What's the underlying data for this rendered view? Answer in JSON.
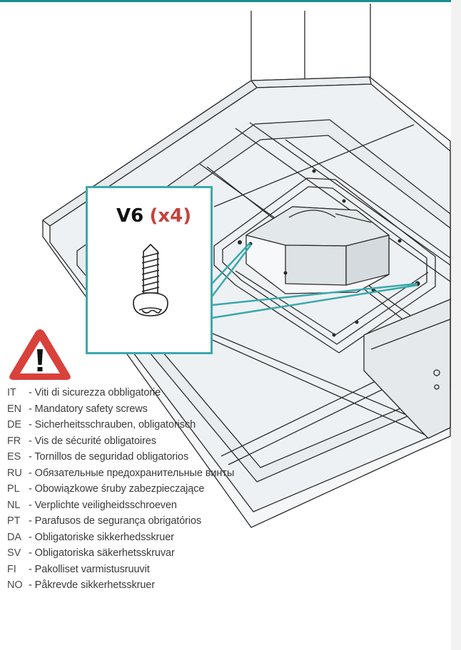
{
  "callout": {
    "part_code": "V6",
    "quantity": "(x4)"
  },
  "icons": {
    "warning": "warning-triangle-icon",
    "screw": "screw-icon"
  },
  "colors": {
    "accent": "#3aa9ad",
    "quantity": "#c3433f",
    "warning_fill": "#d9413b"
  },
  "legend": [
    {
      "lang": "IT",
      "text": "- Viti di sicurezza obbligatorie"
    },
    {
      "lang": "EN",
      "text": "- Mandatory safety screws"
    },
    {
      "lang": "DE",
      "text": "- Sicherheitsschrauben, obligatorisch"
    },
    {
      "lang": "FR",
      "text": "- Vis de sécurité obligatoires"
    },
    {
      "lang": "ES",
      "text": "- Tornillos de seguridad obligatorios"
    },
    {
      "lang": "RU",
      "text": "- Обязательные предохранительные винты"
    },
    {
      "lang": "PL",
      "text": "- Obowiązkowe śruby zabezpieczające"
    },
    {
      "lang": "NL",
      "text": "- Verplichte veiligheidsschroeven"
    },
    {
      "lang": "PT",
      "text": "- Parafusos de segurança obrigatórios"
    },
    {
      "lang": "DA",
      "text": "- Obligatoriske sikkerhedsskruer"
    },
    {
      "lang": "SV",
      "text": "- Obligatoriska säkerhetsskruvar"
    },
    {
      "lang": "FI",
      "text": "- Pakolliset varmistusruuvit"
    },
    {
      "lang": "NO",
      "text": "- Påkrevde sikkerhetsskruer"
    }
  ]
}
